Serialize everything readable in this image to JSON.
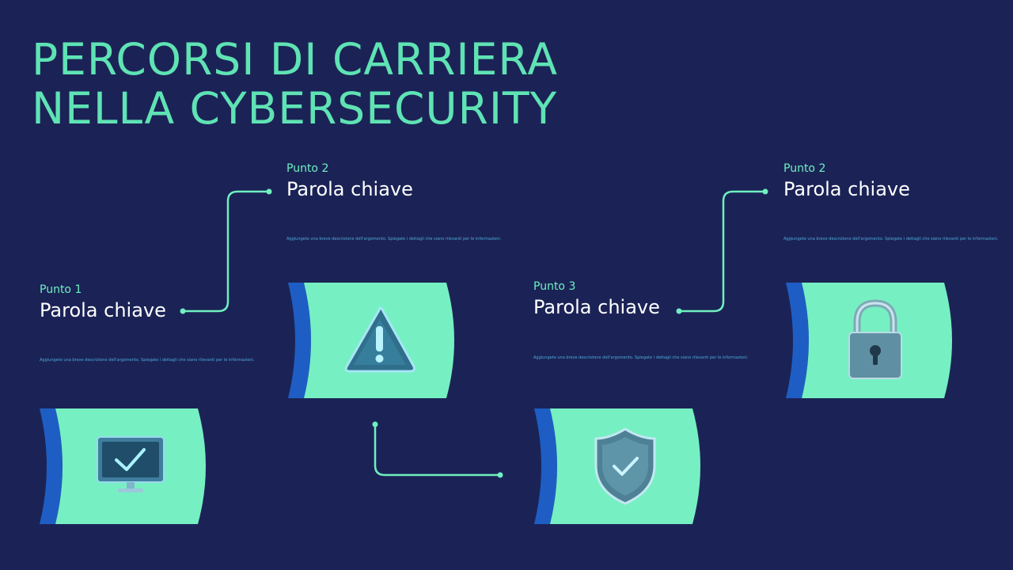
{
  "title": {
    "line1": "PERCORSI DI CARRIERA",
    "line2": "NELLA CYBERSECURITY"
  },
  "points": [
    {
      "label": "Punto 1",
      "keyword": "Parola chiave",
      "desc": "Aggiungete una breve descrizione dell'argomento. Spiegate i dettagli che siano rilevanti per le informazioni."
    },
    {
      "label": "Punto 2",
      "keyword": "Parola chiave",
      "desc": "Aggiungete una breve descrizione dell'argomento. Spiegate i dettagli che siano rilevanti per le informazioni."
    },
    {
      "label": "Punto 3",
      "keyword": "Parola chiave",
      "desc": "Aggiungete una breve descrizione dell'argomento. Spiegate i dettagli che siano rilevanti per le informazioni."
    },
    {
      "label": "Punto 2",
      "keyword": "Parola chiave",
      "desc": "Aggiungete una breve descrizione dell'argomento. Spiegate i dettagli che siano rilevanti per le informazioni."
    }
  ],
  "icons": [
    "monitor-check-icon",
    "warning-triangle-icon",
    "shield-check-icon",
    "padlock-icon"
  ],
  "colors": {
    "background": "#1b2356",
    "accent": "#5fe3b4",
    "card": "#76f0c2",
    "card_edge": "#1e5ec4",
    "connector": "#6ff0c0"
  }
}
